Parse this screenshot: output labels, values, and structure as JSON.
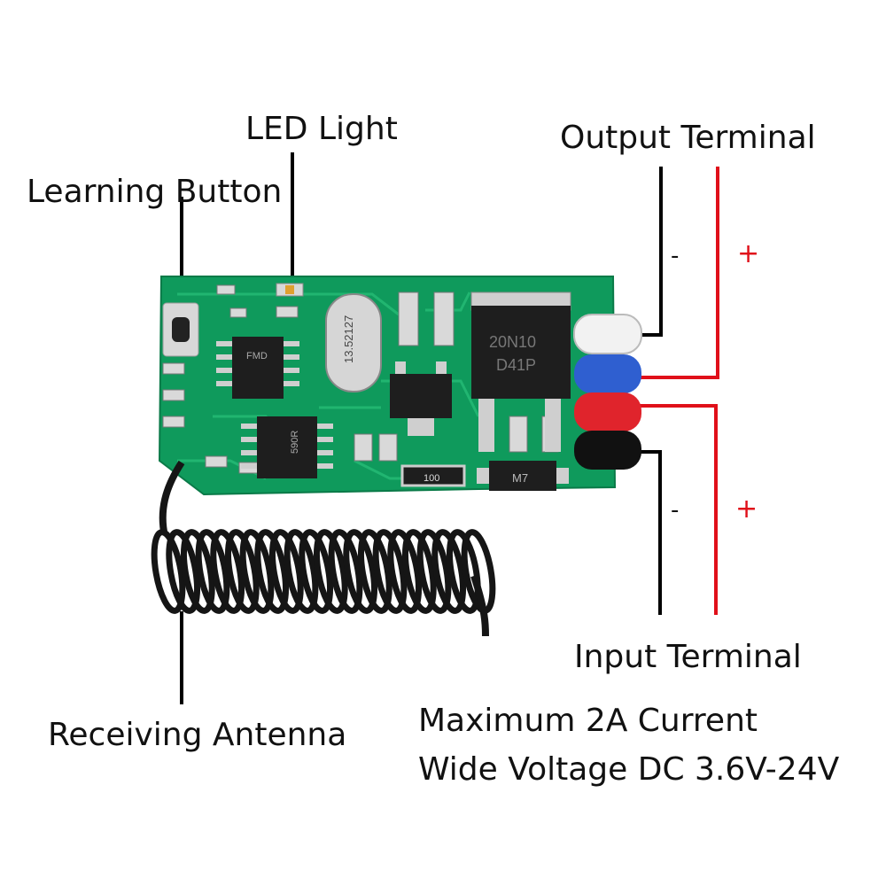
{
  "labels": {
    "led_light": "LED Light",
    "learning_button": "Learning Button",
    "output_terminal": "Output Terminal",
    "input_terminal": "Input Terminal",
    "receiving_antenna": "Receiving Antenna",
    "spec_current": "Maximum 2A Current",
    "spec_voltage": "Wide Voltage DC 3.6V-24V"
  },
  "terminal_signs": {
    "output_minus": "-",
    "output_plus": "+",
    "input_minus": "-",
    "input_plus": "+"
  },
  "chip_markings": {
    "mcu": "FMD",
    "crystal": "13.52127",
    "mosfet_line1": "20N10",
    "mosfet_line2": "D41P",
    "decoder": "590R",
    "resistor": "100",
    "diode": "M7"
  },
  "colors": {
    "pcb": "#0f9a5c",
    "callout_red": "#e0101a",
    "wire_white": "#f2f2f2",
    "wire_blue": "#2f5fd0",
    "wire_red": "#e0242c",
    "wire_black": "#111111"
  }
}
